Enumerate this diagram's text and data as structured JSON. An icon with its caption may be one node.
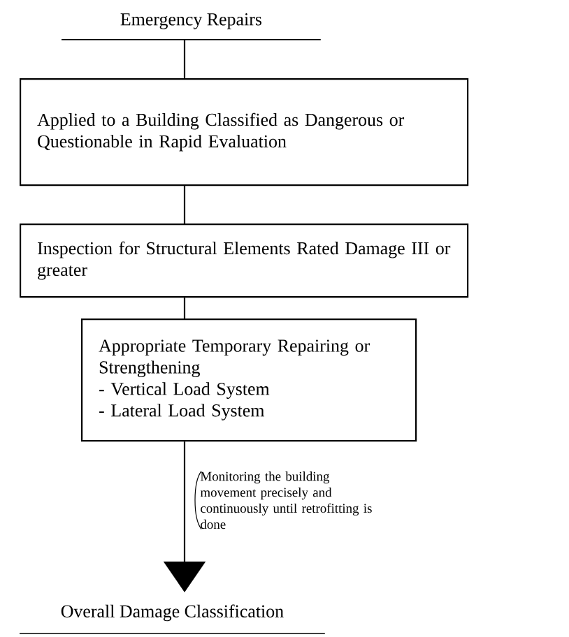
{
  "diagram": {
    "nodes": [
      {
        "text": [
          "Emergency Repairs"
        ]
      },
      {
        "text": [
          "Applied to a Building Classified as Dangerous or Questionable in Rapid Evaluation"
        ]
      },
      {
        "text": [
          "Inspection for Structural Elements Rated Damage III or greater"
        ]
      },
      {
        "text": [
          "Appropriate Temporary Repairing or Strengthening",
          "- Vertical Load System",
          "- Lateral Load System"
        ]
      },
      {
        "text": [
          "Overall Damage Classification"
        ]
      }
    ],
    "edges": [
      {
        "from": 0,
        "to": 1,
        "arrow": "none"
      },
      {
        "from": 1,
        "to": 2,
        "arrow": "none"
      },
      {
        "from": 2,
        "to": 3,
        "arrow": "none"
      },
      {
        "from": 3,
        "to": 4,
        "arrow": "to",
        "label": "Monitoring the building movement precisely and continuously until retrofitting is done"
      }
    ]
  }
}
